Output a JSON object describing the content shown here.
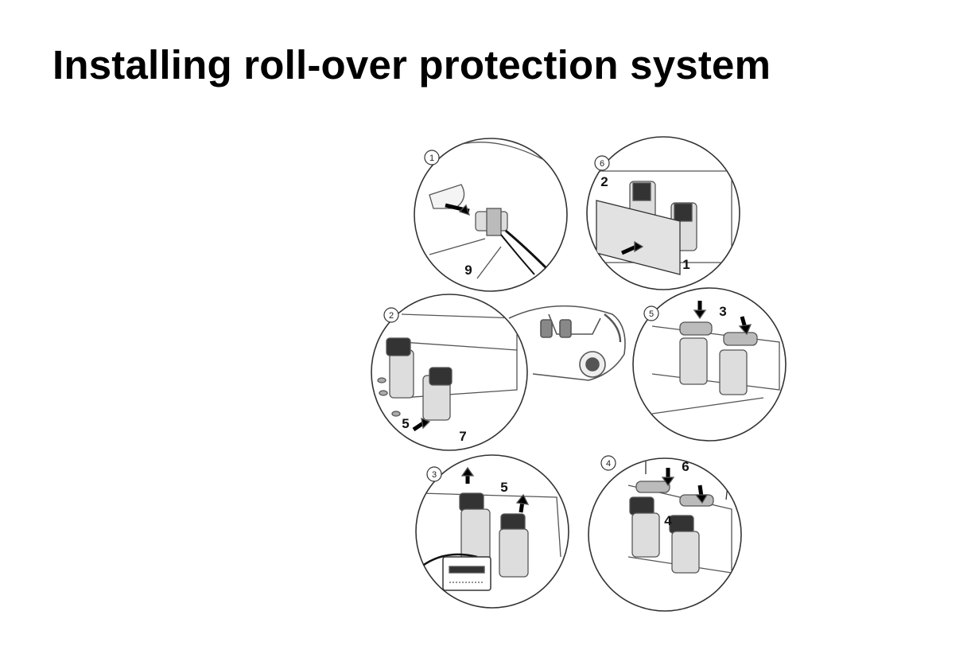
{
  "title": "Installing roll-over protection system",
  "diagram": {
    "panels": [
      {
        "step": "1",
        "callouts": [
          "9"
        ]
      },
      {
        "step": "6",
        "callouts": [
          "2",
          "1"
        ]
      },
      {
        "step": "2",
        "callouts": [
          "5",
          "7"
        ]
      },
      {
        "step": "5",
        "callouts": [
          "3"
        ]
      },
      {
        "step": "3",
        "callouts": [
          "5"
        ]
      },
      {
        "step": "4",
        "callouts": [
          "6",
          "4"
        ]
      }
    ]
  }
}
